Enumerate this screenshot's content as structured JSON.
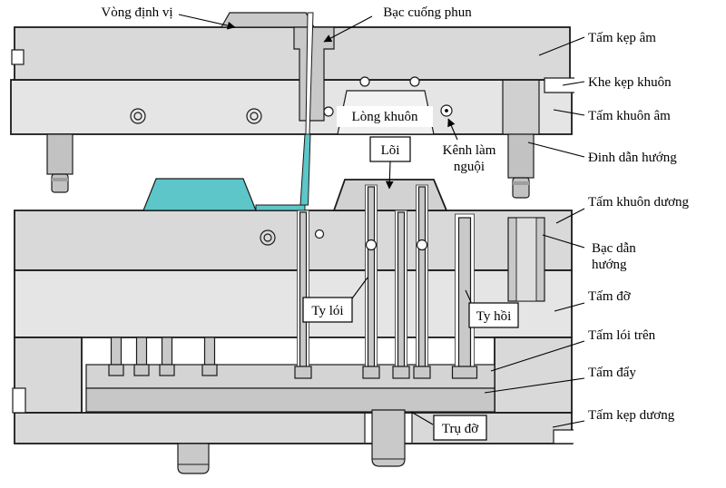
{
  "diagram": {
    "type": "injection-mold-cross-section"
  },
  "labels": {
    "vong_dinh_vi": "Vòng định vị",
    "bac_cuong_phun": "Bạc cuống phun",
    "tam_kep_am": "Tấm kẹp âm",
    "khe_kep_khuon": "Khe kẹp khuôn",
    "tam_khuon_am": "Tấm khuôn âm",
    "dinh_dan_huong": "Đinh dẫn hướng",
    "tam_khuon_duong": "Tấm khuôn dương",
    "bac_dan_huong": [
      "Bạc dẫn",
      "hướng"
    ],
    "tam_do": "Tấm đỡ",
    "tam_loi_tren": "Tấm lói trên",
    "tam_day": "Tấm đẩy",
    "tam_kep_duong": "Tấm kẹp dương",
    "long_khuon": "Lòng khuôn",
    "kenh_lam_nguoi": [
      "Kênh làm",
      "nguội"
    ],
    "loi": "Lõi",
    "ty_loi": "Ty lói",
    "ty_hoi": "Ty hồi",
    "tru_do": "Trụ đỡ"
  },
  "colors": {
    "background": "#ffffff",
    "outline": "#1a1a1a",
    "plate-gray": "#d9d9d9",
    "plate-light": "#e5e5e5",
    "metal-mid": "#c9c9c9",
    "metal-dark": "#c2c2c2",
    "part-teal": "#5cc6c8"
  }
}
